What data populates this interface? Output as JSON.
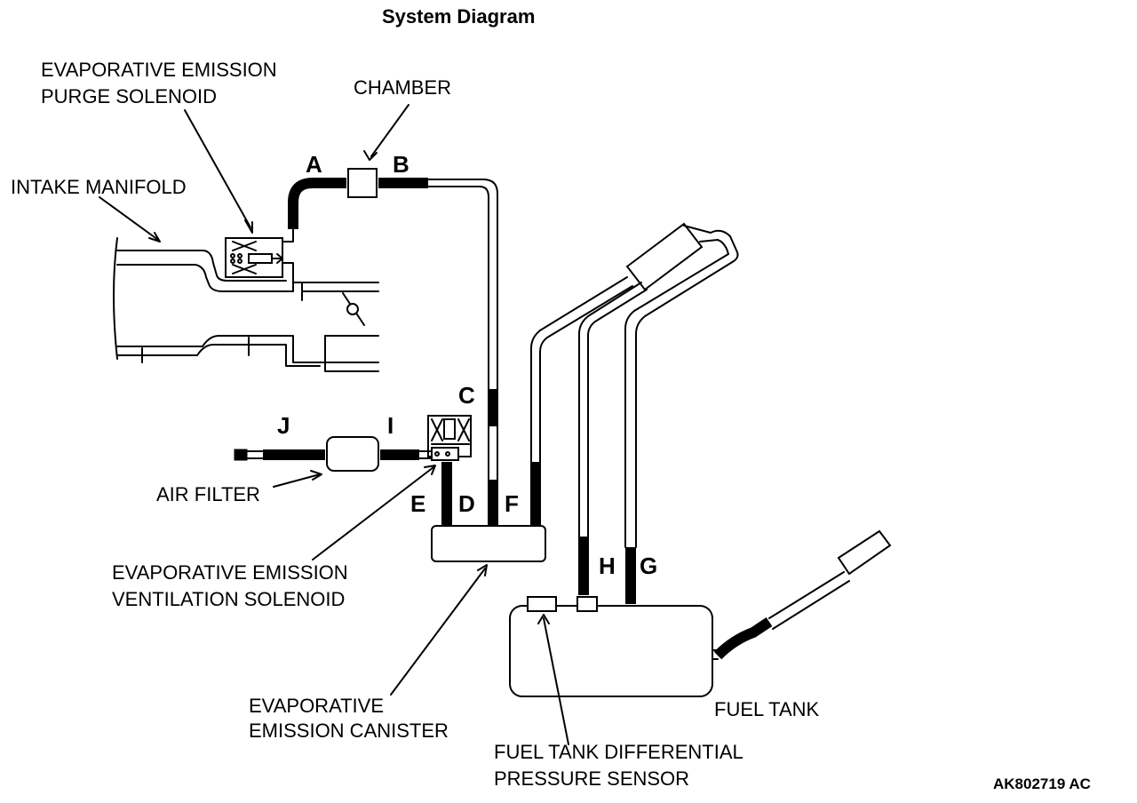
{
  "title": "System Diagram",
  "labels": {
    "purge_solenoid_1": "EVAPORATIVE EMISSION",
    "purge_solenoid_2": "PURGE SOLENOID",
    "chamber": "CHAMBER",
    "intake_manifold": "INTAKE MANIFOLD",
    "air_filter": "AIR FILTER",
    "ventilation_solenoid_1": "EVAPORATIVE EMISSION",
    "ventilation_solenoid_2": "VENTILATION SOLENOID",
    "canister_1": "EVAPORATIVE",
    "canister_2": "EMISSION CANISTER",
    "fuel_tank": "FUEL TANK",
    "pressure_sensor_1": "FUEL TANK DIFFERENTIAL",
    "pressure_sensor_2": "PRESSURE SENSOR"
  },
  "hoses": {
    "a": "A",
    "b": "B",
    "c": "C",
    "d": "D",
    "e": "E",
    "f": "F",
    "g": "G",
    "h": "H",
    "i": "I",
    "j": "J"
  },
  "figure_code": "AK802719 AC"
}
